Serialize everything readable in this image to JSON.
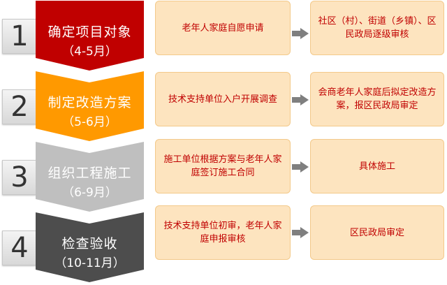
{
  "stages": [
    {
      "number": "1",
      "title": "确定项目对象",
      "period": "（4-5月）",
      "color": "#c00000",
      "step1": "老年人家庭自愿申请",
      "step2": "社区（村）、街道（乡镇）、区民政局逐级审核"
    },
    {
      "number": "2",
      "title": "制定改造方案",
      "period": "（5-6月）",
      "color": "#ff9900",
      "step1": "技术支持单位入户开展调查",
      "step2": "会商老年人家庭后拟定改造方案，报区民政局审定"
    },
    {
      "number": "3",
      "title": "组织工程施工",
      "period": "（6-9月）",
      "color": "#bfbfbf",
      "step1": "施工单位根据方案与老年人家庭签订施工合同",
      "step2": "具体施工"
    },
    {
      "number": "4",
      "title": "检查验收",
      "period": "（10-11月）",
      "color": "#4d4d4d",
      "step1": "技术支持单位初审，老年人家庭申报审核",
      "step2": "区民政局审定"
    }
  ],
  "colors": {
    "card_fill": "#fde4bf",
    "card_text": "#c00000",
    "arrow": "#7f7f7f"
  }
}
